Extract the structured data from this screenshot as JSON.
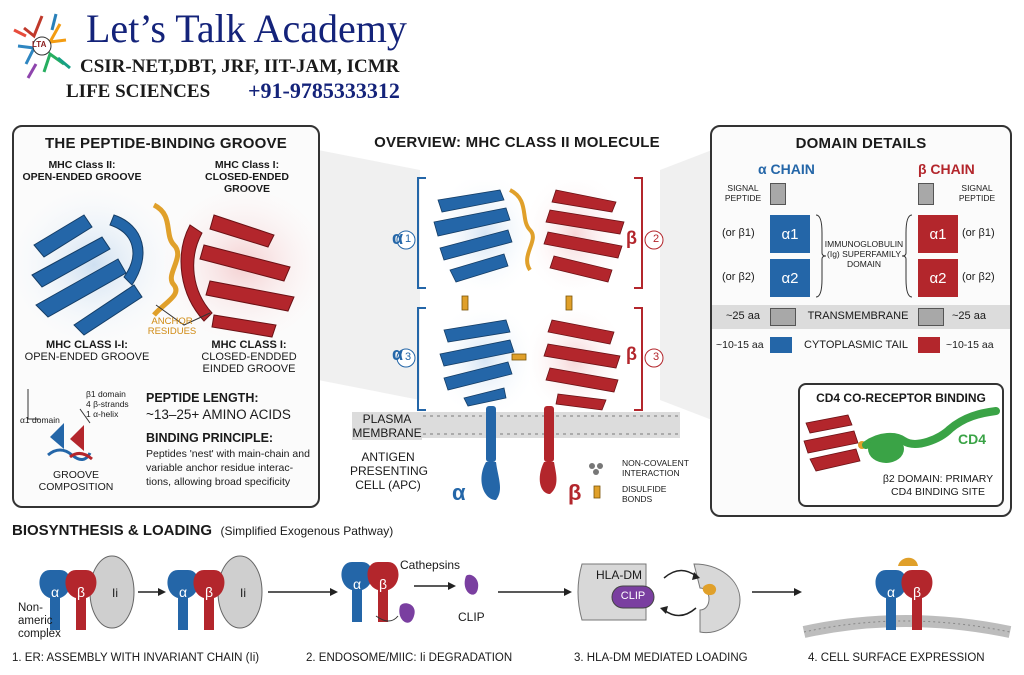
{
  "header": {
    "title": "Let’s Talk Academy",
    "subtitle": "CSIR-NET,DBT, JRF, IIT-JAM, ICMR",
    "subject": "LIFE SCIENCES",
    "phone": "+91-9785333312",
    "logo_text": "LTA"
  },
  "groove_panel": {
    "title": "THE PEPTIDE-BINDING GROOVE",
    "class2_top": "MHC Class II:",
    "class2_top2": "OPEN-ENDED GROOVE",
    "class1_top": "MHC Class I:",
    "class1_top2": "CLOSED-ENDED GROOVE",
    "anchor": "ANCHOR RESIDUES",
    "left_label1": "MHC CLASS I-I:",
    "left_label2": "OPEN-ENDED GROOVE",
    "right_label1": "MHC CLASS I:",
    "right_label2": "CLOSED-ENDDED",
    "right_label3": "EINDED GROOVE",
    "b1_domain": "β1 domain",
    "b_strands": "4 β-strands",
    "a_helix": "1 α-helix",
    "a1_domain": "α1 domain",
    "groove_comp1": "GROOVE",
    "groove_comp2": "COMPOSITION",
    "length_title": "PEPTIDE LENGTH:",
    "length_value": "~13–25+ AMINO ACIDS",
    "principle_title": "BINDING PRINCIPLE:",
    "principle_text": "Peptides 'nest' with main-chain and variable anchor residue interac-tions, allowing broad specificity"
  },
  "overview": {
    "title": "OVERVIEW: MHC CLASS II MOLECULE",
    "alpha": "α",
    "beta": "β",
    "n1": "1",
    "n2": "2",
    "n3a": "3",
    "n3b": "3",
    "plasma1": "PLASMA",
    "plasma2": "MEMBRANE",
    "apc1": "ANTIGEN",
    "apc2": "PRESENTING",
    "apc3": "CELL (APC)",
    "legend_noncov1": "NON-COVALENT",
    "legend_noncov2": "INTERACTION",
    "legend_disulfide1": "DISULFIDE",
    "legend_disulfide2": "BONDS"
  },
  "domain_panel": {
    "title": "DOMAIN DETAILS",
    "alpha_chain": "α CHAIN",
    "beta_chain": "β CHAIN",
    "signal1": "SIGNAL",
    "signal2": "PEPTIDE",
    "a1": "α1",
    "a2": "α2",
    "or_b1": "(or β1)",
    "or_b2": "(or β2)",
    "ig1": "IMMUNOGLOBULIN",
    "ig2": "(Ig) SUPERFAMILY",
    "ig3": "DOMAIN",
    "tm_left": "~25 aa",
    "tm_label": "TRANSMEMBRANE",
    "tm_right": "~25 aa",
    "cyt_left": "~10-15 aa",
    "cyt_label": "CYTOPLASMIC TAIL",
    "cyt_right": "~10-15 aa"
  },
  "cd4_panel": {
    "title": "CD4 CO-RECEPTOR BINDING",
    "cd4": "CD4",
    "note1": "β2 DOMAIN: PRIMARY",
    "note2": "CD4 BINDING SITE"
  },
  "biosynthesis": {
    "title": "BIOSYNTHESIS & LOADING",
    "subtitle": "(Simplified Exogenous Pathway)",
    "ii": "Ii",
    "nonameric1": "Non-",
    "nonameric2": "americ",
    "nonameric3": "complex",
    "cathepsins": "Cathepsins",
    "clip": "CLIP",
    "hladm": "HLA-DM",
    "step1": "1. ER: ASSEMBLY WITH INVARIANT CHAIN (Ii)",
    "step2": "2. ENDOSOME/MIIC: Ii DEGRADATION",
    "step3": "3. HLA-DM MEDIATED LOADING",
    "step4": "4. CELL SURFACE EXPRESSION"
  },
  "colors": {
    "alpha": "#2466a8",
    "beta": "#b3262c",
    "peptide": "#e0a02a",
    "cd4": "#3aa346",
    "gray": "#a8a8a8"
  }
}
